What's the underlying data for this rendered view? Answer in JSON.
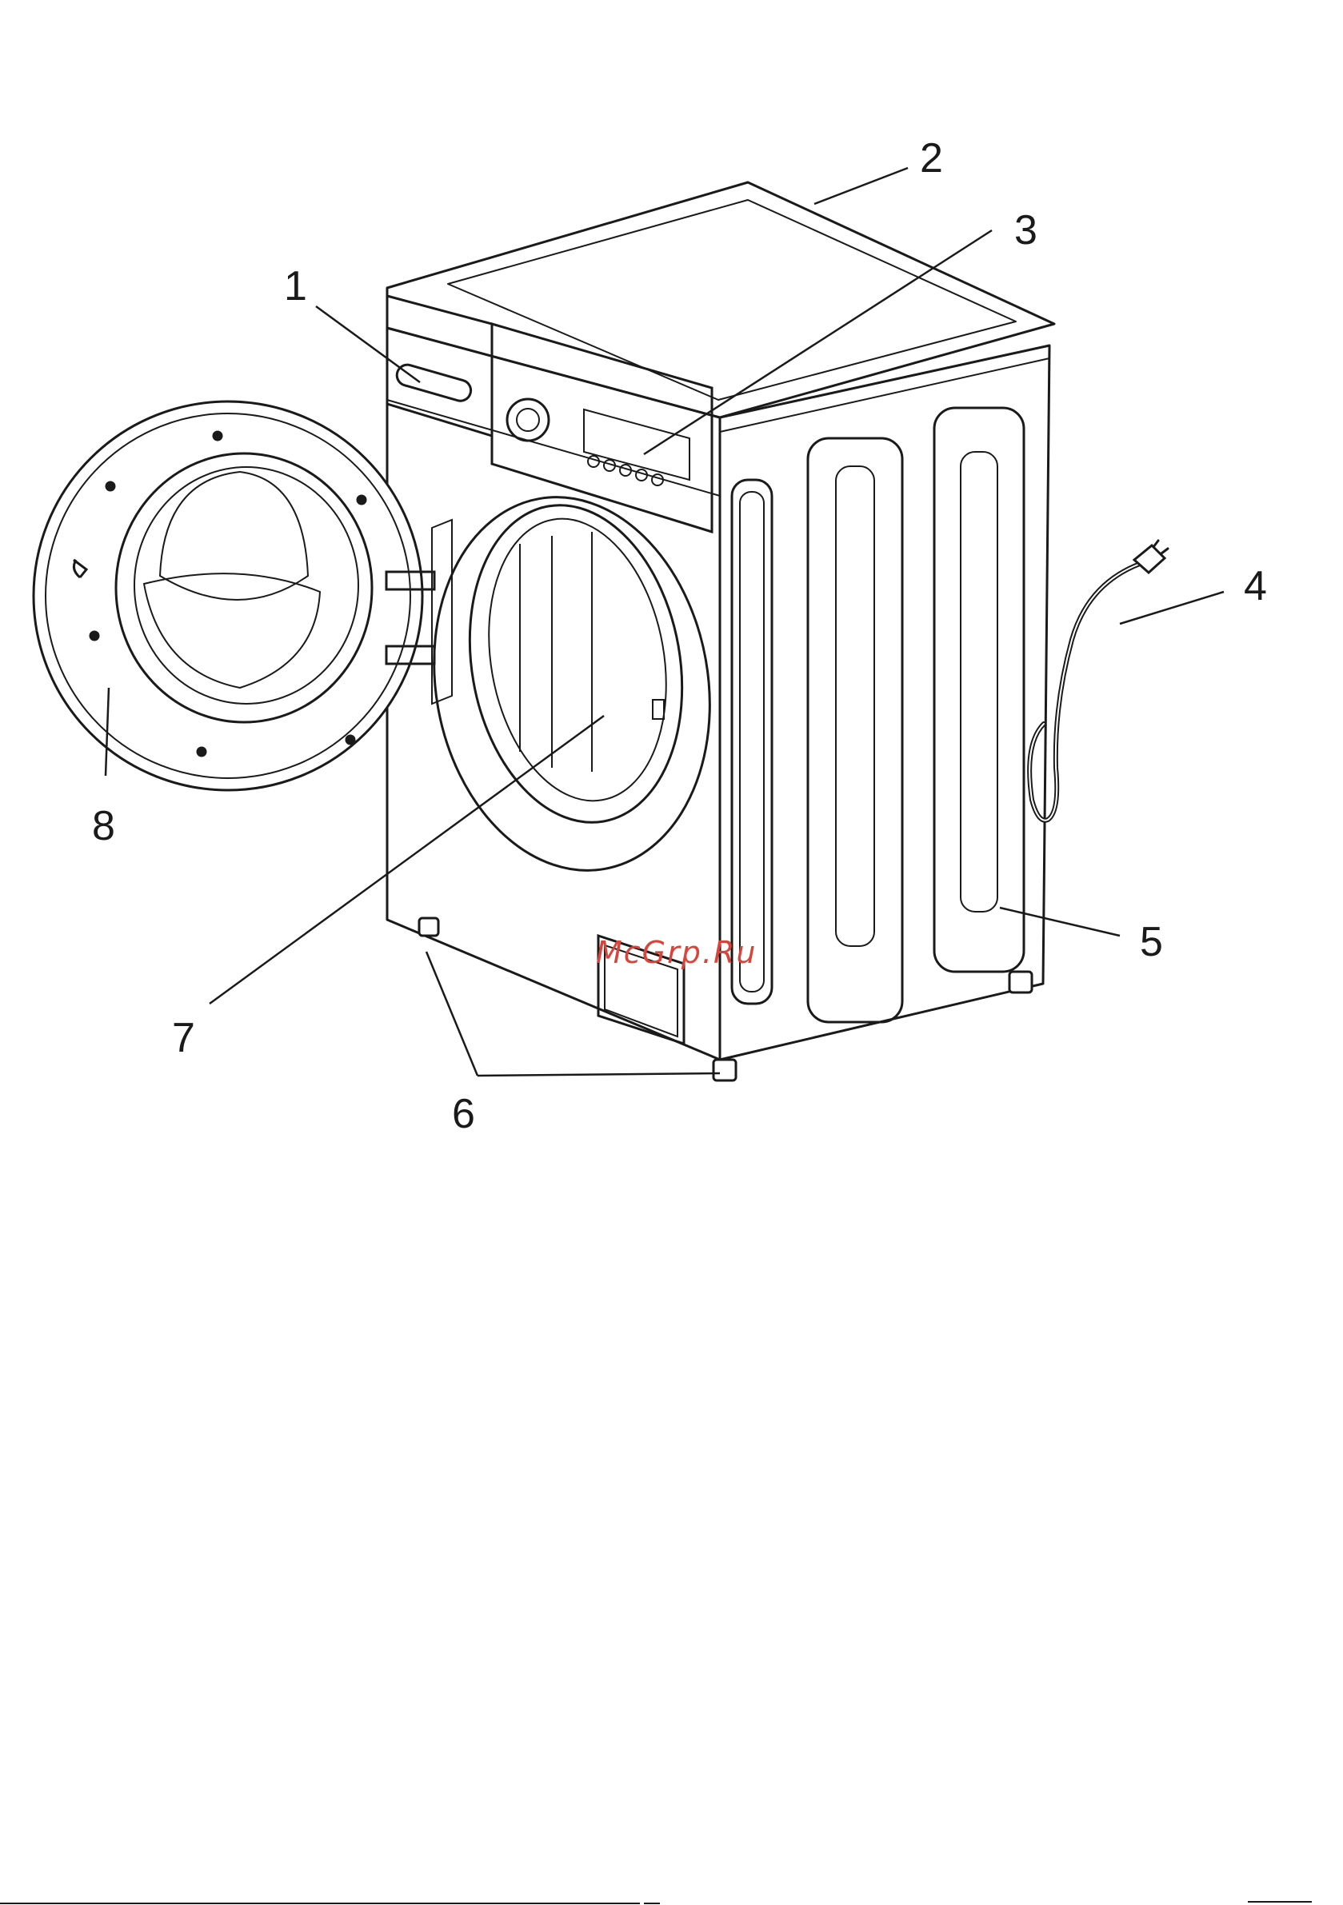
{
  "callouts": [
    "1",
    "2",
    "3",
    "4",
    "5",
    "6",
    "7",
    "8"
  ],
  "watermark": "McGrp.Ru",
  "colors": {
    "line": "#1a1a1a",
    "watermark": "#d9433a",
    "background": "#ffffff"
  }
}
